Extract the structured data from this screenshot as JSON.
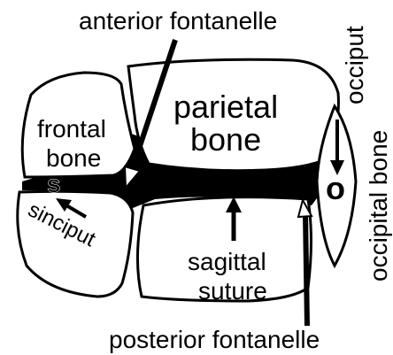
{
  "diagram": {
    "labels": {
      "anterior_fontanelle": "anterior fontanelle",
      "occiput": "occiput",
      "parietal": "parietal",
      "bone_parietal": "bone",
      "frontal": "frontal",
      "bone_frontal": "bone",
      "s_marker": "s",
      "o_marker": "o",
      "sinciput": "sinciput",
      "occipital_bone": "occipital bone",
      "sagittal": "sagittal",
      "suture": "suture",
      "posterior_fontanelle": "posterior fontanelle"
    },
    "colors": {
      "ink": "#000000",
      "bone_fill": "#ffffff",
      "background": "#ffffff"
    }
  }
}
